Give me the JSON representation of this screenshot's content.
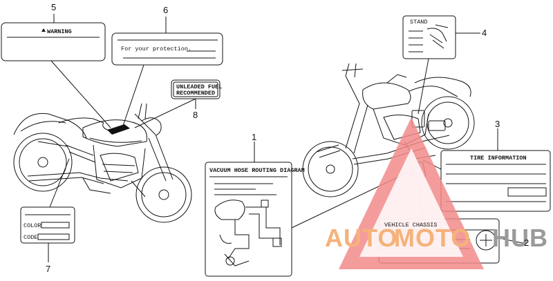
{
  "callouts": {
    "n1": "1",
    "n2": "2",
    "n3": "3",
    "n4": "4",
    "n5": "5",
    "n6": "6",
    "n7": "7",
    "n8": "8"
  },
  "labels": {
    "warning": "WARNING",
    "protection": "For your protection.",
    "fuel_line1": "UNLEADED FUEL",
    "fuel_line2": "RECOMMENDED",
    "vacuum_title": "VACUUM HOSE ROUTING DIAGRAM",
    "tire_title": "TIRE INFORMATION",
    "color_label": "COLOR",
    "code_label": "CODE",
    "vehicle_chassis": "VEHICLE CHASSIS",
    "side_stand": "STAND"
  },
  "watermark": {
    "text_auto": "AUTO",
    "text_moto": "MOTO",
    "text_hub": "HUB",
    "color_primary": "#f28b8b",
    "color_accent": "#f5b27a",
    "color_hub": "#9a9a9a"
  },
  "colors": {
    "line": "#111111",
    "background": "#ffffff"
  }
}
